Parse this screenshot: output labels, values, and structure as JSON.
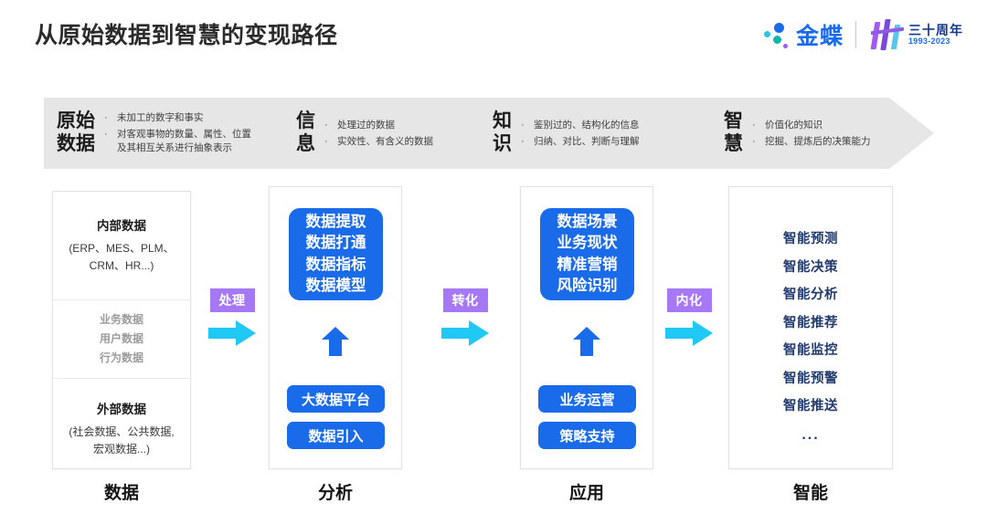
{
  "header": {
    "title": "从原始数据到智慧的变现路径",
    "brand_name": "金蝶",
    "anniversary_cn": "三十周年",
    "anniversary_years": "1993-2023"
  },
  "band": {
    "segments": [
      {
        "head": "原始\n数据",
        "head_line1": "原始",
        "head_line2": "数据",
        "bullets": [
          "未加工的数字和事实",
          "对客观事物的数量、属性、位置及其相互关系进行抽象表示"
        ]
      },
      {
        "head_line1": "信",
        "head_line2": "息",
        "bullets": [
          "处理过的数据",
          "实效性、有含义的数据"
        ]
      },
      {
        "head_line1": "知",
        "head_line2": "识",
        "bullets": [
          "鉴别过的、结构化的信息",
          "归纳、对比、判断与理解"
        ]
      },
      {
        "head_line1": "智",
        "head_line2": "慧",
        "bullets": [
          "价值化的知识",
          "挖掘、提炼后的决策能力"
        ]
      }
    ],
    "bullet_marker": "·"
  },
  "columns": [
    {
      "footer": "数据",
      "internal_title": "内部数据",
      "internal_sub_line1": "(ERP、MES、PLM、",
      "internal_sub_line2": "CRM、HR...)",
      "middle": [
        "业务数据",
        "用户数据",
        "行为数据"
      ],
      "external_title": "外部数据",
      "external_sub_line1": "(社会数据、公共数据,",
      "external_sub_line2": "宏观数据...)"
    },
    {
      "footer": "分析",
      "card_lines": [
        "数据提取",
        "数据打通",
        "数据指标",
        "数据模型"
      ],
      "pills": [
        "大数据平台",
        "数据引入"
      ]
    },
    {
      "footer": "应用",
      "card_lines": [
        "数据场景",
        "业务现状",
        "精准营销",
        "风险识别"
      ],
      "pills": [
        "业务运营",
        "策略支持"
      ]
    },
    {
      "footer": "智能",
      "items": [
        "智能预测",
        "智能决策",
        "智能分析",
        "智能推荐",
        "智能监控",
        "智能预警",
        "智能推送"
      ],
      "ellipsis": "..."
    }
  ],
  "connectors": [
    {
      "label": "处理"
    },
    {
      "label": "转化"
    },
    {
      "label": "内化"
    }
  ],
  "colors": {
    "blue": "#1a6bea",
    "navy": "#1f3a6e",
    "purple": "#a678f5",
    "cyan": "#1fc8f5",
    "band_gray": "#e6e6e6",
    "gray_text": "#9b9b9b"
  }
}
